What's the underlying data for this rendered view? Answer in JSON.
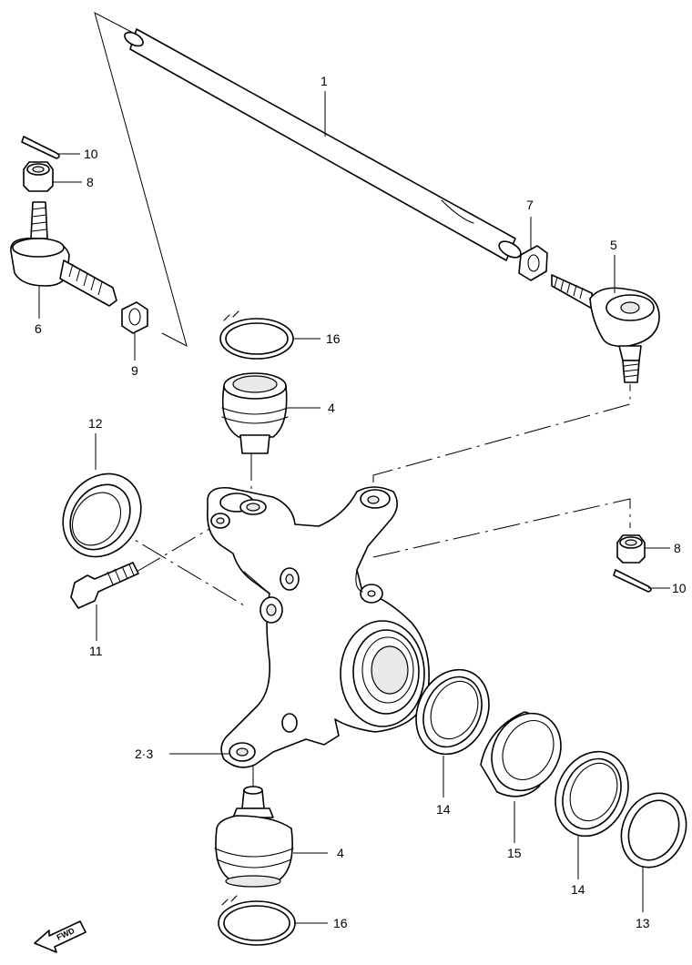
{
  "callouts": {
    "c1": "1",
    "c2_3": "2·3",
    "c4_top": "4",
    "c4_bottom": "4",
    "c5": "5",
    "c6": "6",
    "c7": "7",
    "c8_left": "8",
    "c8_right": "8",
    "c9": "9",
    "c10_left": "10",
    "c10_right": "10",
    "c11": "11",
    "c12": "12",
    "c13": "13",
    "c14_a": "14",
    "c14_b": "14",
    "c15": "15",
    "c16_top": "16",
    "c16_bottom": "16"
  },
  "fwd_label": "FWD",
  "colors": {
    "line": "#000000",
    "background": "#ffffff",
    "fill": "#ffffff"
  }
}
